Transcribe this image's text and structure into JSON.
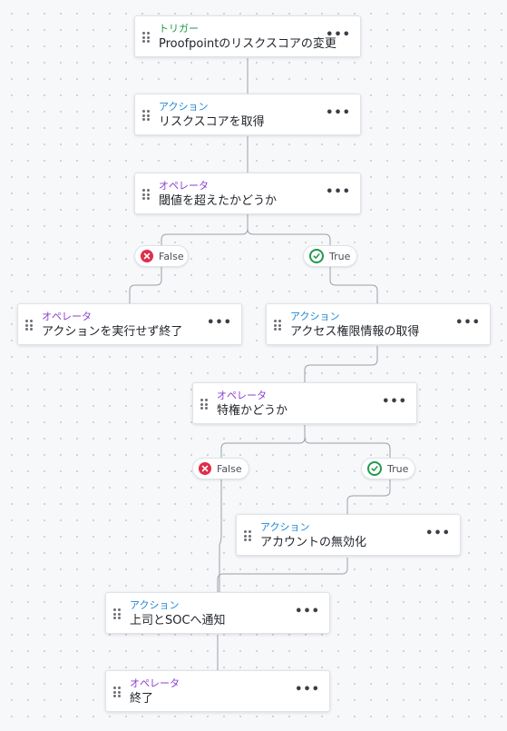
{
  "colors": {
    "trigger": "#1f9a4d",
    "action": "#1c86d6",
    "operator": "#8a3fd1",
    "false": "#e02d48",
    "true": "#1f9a4d",
    "edge": "#9aa0a8"
  },
  "nodes": {
    "n1": {
      "kind": "トリガー",
      "title": "Proofpointのリスクスコアの変更",
      "more": "•••"
    },
    "n2": {
      "kind": "アクション",
      "title": "リスクスコアを取得",
      "more": "•••"
    },
    "n3": {
      "kind": "オペレータ",
      "title": "閾値を超えたかどうか",
      "more": "•••"
    },
    "n4": {
      "kind": "オペレータ",
      "title": "アクションを実行せず終了",
      "more": "•••"
    },
    "n5": {
      "kind": "アクション",
      "title": "アクセス権限情報の取得",
      "more": "•••"
    },
    "n6": {
      "kind": "オペレータ",
      "title": "特権かどうか",
      "more": "•••"
    },
    "n7": {
      "kind": "アクション",
      "title": "アカウントの無効化",
      "more": "•••"
    },
    "n8": {
      "kind": "アクション",
      "title": "上司とSOCへ通知",
      "more": "•••"
    },
    "n9": {
      "kind": "オペレータ",
      "title": "終了",
      "more": "•••"
    }
  },
  "branches": {
    "b1": {
      "label": "False",
      "icon": "x-circle-icon"
    },
    "b2": {
      "label": "True",
      "icon": "check-circle-icon"
    },
    "b3": {
      "label": "False",
      "icon": "x-circle-icon"
    },
    "b4": {
      "label": "True",
      "icon": "check-circle-icon"
    }
  }
}
